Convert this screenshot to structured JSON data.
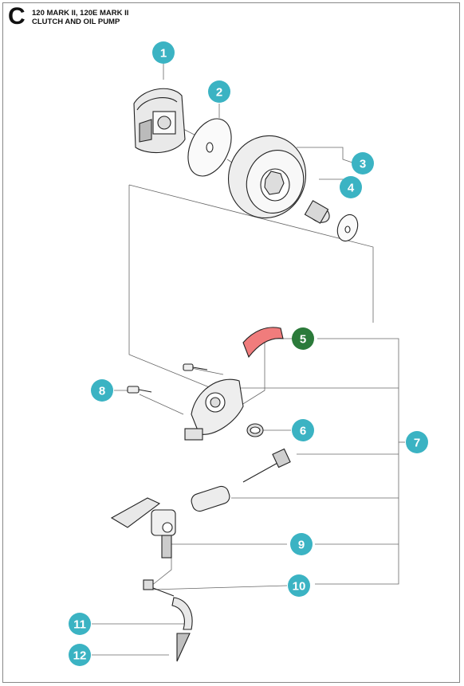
{
  "header": {
    "section_letter": "C",
    "title_line1": "120 MARK II, 120E MARK II",
    "title_line2": "CLUTCH AND OIL PUMP"
  },
  "callouts": [
    {
      "id": "1",
      "label": "1",
      "highlighted": false
    },
    {
      "id": "2",
      "label": "2",
      "highlighted": false
    },
    {
      "id": "3",
      "label": "3",
      "highlighted": false
    },
    {
      "id": "4",
      "label": "4",
      "highlighted": false
    },
    {
      "id": "5",
      "label": "5",
      "highlighted": true
    },
    {
      "id": "6",
      "label": "6",
      "highlighted": false
    },
    {
      "id": "7",
      "label": "7",
      "highlighted": false
    },
    {
      "id": "8",
      "label": "8",
      "highlighted": false
    },
    {
      "id": "9",
      "label": "9",
      "highlighted": false
    },
    {
      "id": "10",
      "label": "10",
      "highlighted": false
    },
    {
      "id": "11",
      "label": "11",
      "highlighted": false
    },
    {
      "id": "12",
      "label": "12",
      "highlighted": false
    }
  ],
  "colors": {
    "callout": "#3bb3c3",
    "callout_highlight": "#2b7a3a",
    "highlighted_part": "#f07c7c"
  }
}
